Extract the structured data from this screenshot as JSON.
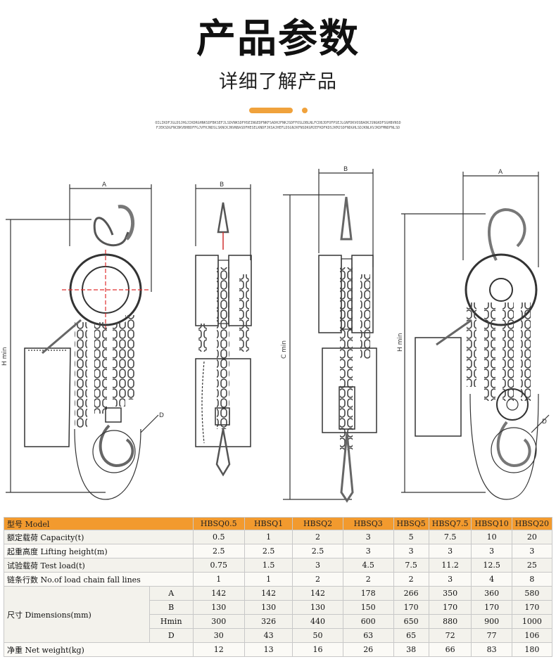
{
  "header": {
    "title": "产品参数",
    "subtitle": "详细了解产品",
    "fine_print": "OILIKDFJGLDSJHGJIKDRGHNKSDFBKSEFJLSDVNKSDFHSEINGEDFNKFSADHJFNKJSDFFOSLDBLNLFCDBJDFOFPSEJLGNFDKVOSBAOKJSNGKDFSGHBVNSDFJEKSDGFNCBKVBHBDFFGJVFHJNDSLSKNCKJNVNBASDFHESELKNDFJKSAJHEFLDSGNJKFNSDKGMJEFKDFKDSJKMJSDFNDGHLSDJKNLKVJKDFMNDFNLSD"
  },
  "dimension_labels": {
    "a": "A",
    "b": "B",
    "h_min": "H min",
    "c_min": "C min",
    "d": "D"
  },
  "table": {
    "columns": [
      "型号 Model",
      "HBSQ0.5",
      "HBSQ1",
      "HBSQ2",
      "HBSQ3",
      "HBSQ5",
      "HBSQ7.5",
      "HBSQ10",
      "HBSQ20"
    ],
    "rows": [
      {
        "label": "额定载荷 Capacity(t)",
        "values": [
          "0.5",
          "1",
          "2",
          "3",
          "5",
          "7.5",
          "10",
          "20"
        ]
      },
      {
        "label": "起重高度 Lifting height(m)",
        "values": [
          "2.5",
          "2.5",
          "2.5",
          "3",
          "3",
          "3",
          "3",
          "3"
        ]
      },
      {
        "label": "试验载荷 Test load(t)",
        "values": [
          "0.75",
          "1.5",
          "3",
          "4.5",
          "7.5",
          "11.2",
          "12.5",
          "25"
        ]
      },
      {
        "label": "链条行数 No.of load chain fall lines",
        "values": [
          "1",
          "1",
          "2",
          "2",
          "2",
          "3",
          "4",
          "8"
        ]
      }
    ],
    "dimensions_label": "尺寸 Dimensions(mm)",
    "dimensions": [
      {
        "label": "A",
        "values": [
          "142",
          "142",
          "142",
          "178",
          "266",
          "350",
          "360",
          "580"
        ]
      },
      {
        "label": "B",
        "values": [
          "130",
          "130",
          "130",
          "150",
          "170",
          "170",
          "170",
          "170"
        ]
      },
      {
        "label": "Hmin",
        "values": [
          "300",
          "326",
          "440",
          "600",
          "650",
          "880",
          "900",
          "1000"
        ]
      },
      {
        "label": "D",
        "values": [
          "30",
          "43",
          "50",
          "63",
          "65",
          "72",
          "77",
          "106"
        ]
      }
    ],
    "weight": {
      "label": "净重 Net weight(kg)",
      "values": [
        "12",
        "13",
        "16",
        "26",
        "38",
        "66",
        "83",
        "180"
      ]
    }
  }
}
